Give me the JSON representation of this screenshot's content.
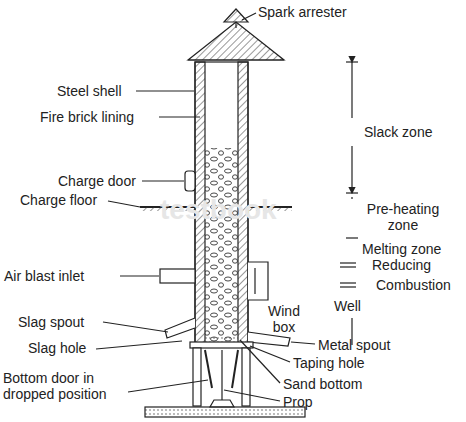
{
  "diagram": {
    "labels": [
      "Spark arrester",
      "Steel shell",
      "Fire brick lining",
      "Charge door",
      "Charge floor",
      "Air blast inlet",
      "Slag spout",
      "Slag hole",
      "Bottom door in dropped position",
      "Slack zone",
      "Pre-heating zone",
      "Melting zone",
      "Reducing",
      "Combustion",
      "Well",
      "Wind box",
      "Metal spout",
      "Taping hole",
      "Sand bottom",
      "Prop",
      "testbook"
    ]
  }
}
